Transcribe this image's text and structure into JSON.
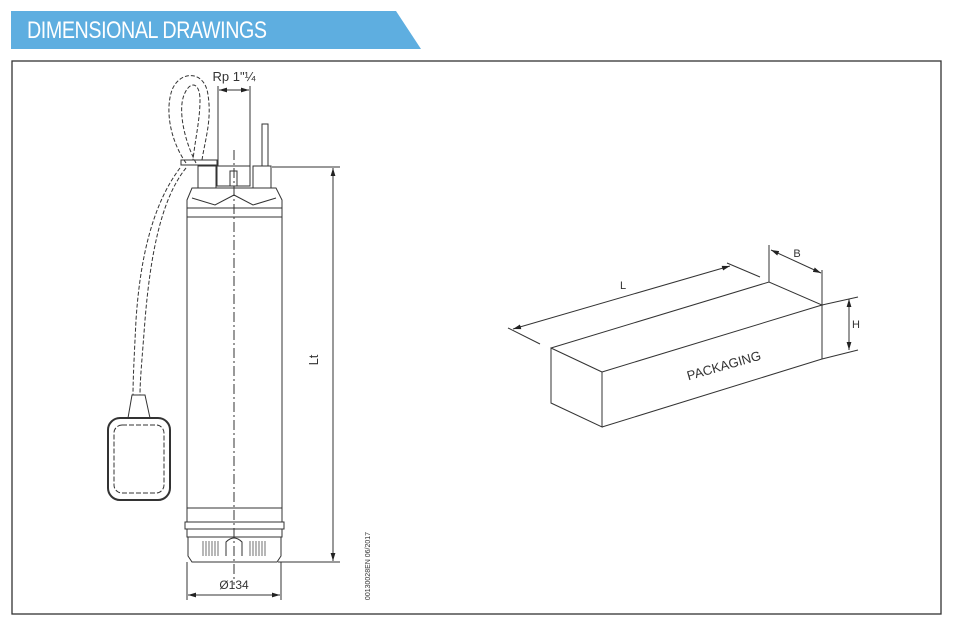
{
  "header": {
    "title": "DIMENSIONAL DRAWINGS",
    "accent_color": "#5eaee0"
  },
  "pump_drawing": {
    "outlet_label": "Rp 1\"¼",
    "length_label": "Lt",
    "diameter_label": "Ø134",
    "doc_code": "00130028EN 06/2017"
  },
  "packaging_drawing": {
    "length_label": "L",
    "width_label": "B",
    "height_label": "H",
    "box_label": "PACKAGING"
  }
}
